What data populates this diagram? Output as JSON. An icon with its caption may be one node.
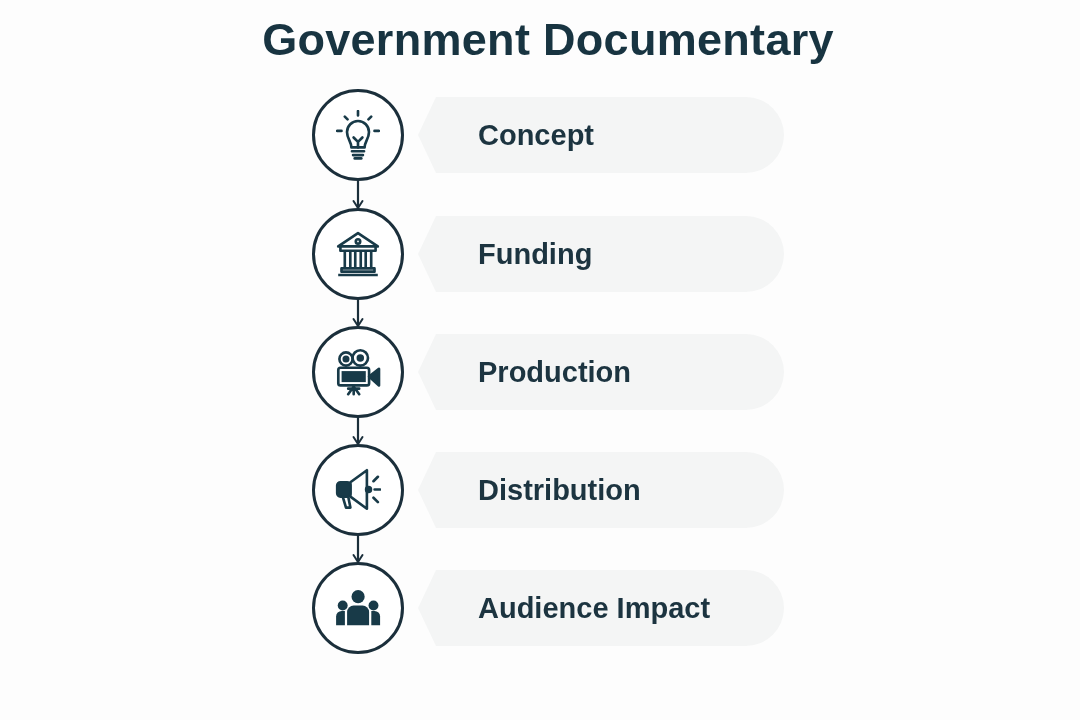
{
  "diagram": {
    "title": "Government Documentary",
    "nodes": [
      {
        "text": [],
        "shape": "circle"
      },
      {
        "text": [
          "Concept"
        ]
      },
      {
        "text": [],
        "shape": "circle"
      },
      {
        "text": [
          "Funding"
        ]
      },
      {
        "text": [],
        "shape": "circle"
      },
      {
        "text": [
          "Production"
        ]
      },
      {
        "text": [],
        "shape": "circle"
      },
      {
        "text": [
          "Distribution"
        ]
      },
      {
        "text": [],
        "shape": "circle"
      },
      {
        "text": [
          "Audience Impact"
        ]
      }
    ],
    "edges": [
      {
        "from": 0,
        "to": 2,
        "arrow": "to"
      },
      {
        "from": 2,
        "to": 4,
        "arrow": "to"
      },
      {
        "from": 4,
        "to": 6,
        "arrow": "to"
      },
      {
        "from": 6,
        "to": 8,
        "arrow": "to"
      }
    ]
  }
}
